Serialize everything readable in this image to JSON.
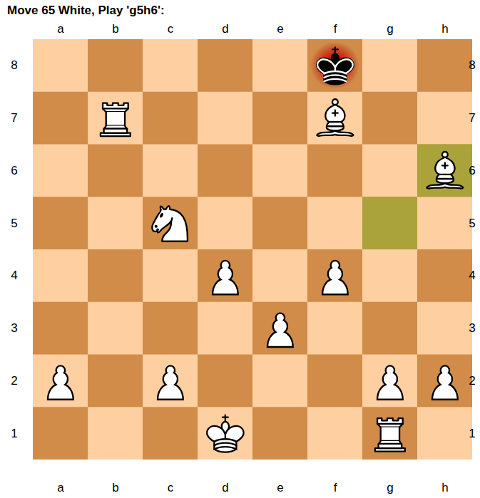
{
  "diagram": {
    "title": "Move 65 White, Play 'g5h6':",
    "labels": [
      "a",
      "b",
      "c",
      "d",
      "e",
      "f",
      "g",
      "h",
      "8",
      "7",
      "6",
      "5",
      "4",
      "3",
      "2",
      "1",
      "8",
      "7",
      "6",
      "5",
      "4",
      "3",
      "2",
      "1",
      "a",
      "b",
      "c",
      "d",
      "e",
      "f",
      "g",
      "h"
    ]
  }
}
